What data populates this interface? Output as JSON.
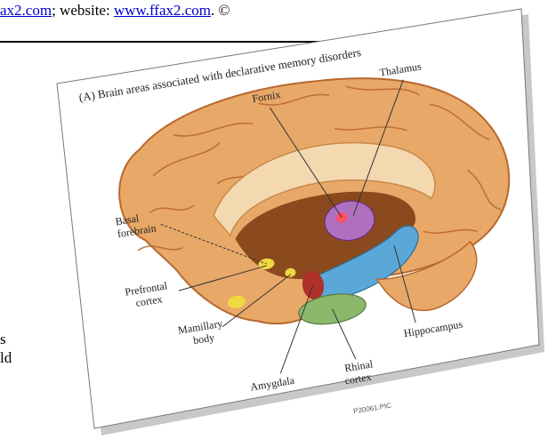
{
  "header": {
    "prefix": "ax2.com",
    "middle": "; website: ",
    "link": "www.ffax2.com",
    "suffix": ". ©"
  },
  "side_text": {
    "line1": "s",
    "line2": "ld"
  },
  "slide": {
    "title": "(A)  Brain areas associated with declarative memory disorders",
    "footer": "P20061.PIC",
    "labels": {
      "fornix": "Fornix",
      "thalamus": "Thalamus",
      "basal_1": "Basal",
      "basal_2": "forebrain",
      "prefrontal_1": "Prefrontal",
      "prefrontal_2": "cortex",
      "mamillary_1": "Mamillary",
      "mamillary_2": "body",
      "amygdala": "Amygdala",
      "rhinal_1": "Rhinal",
      "rhinal_2": "cortex",
      "hippocampus": "Hippocampus"
    }
  },
  "colors": {
    "brain": "#e8a868",
    "brain_dark": "#b8682e",
    "thalamus": "#b070c0",
    "hippocampus": "#5aa8d8",
    "amygdala": "#b0302a",
    "rhinal": "#8cb86c",
    "inner": "#f4d8b0",
    "basal": "#f0d840"
  }
}
